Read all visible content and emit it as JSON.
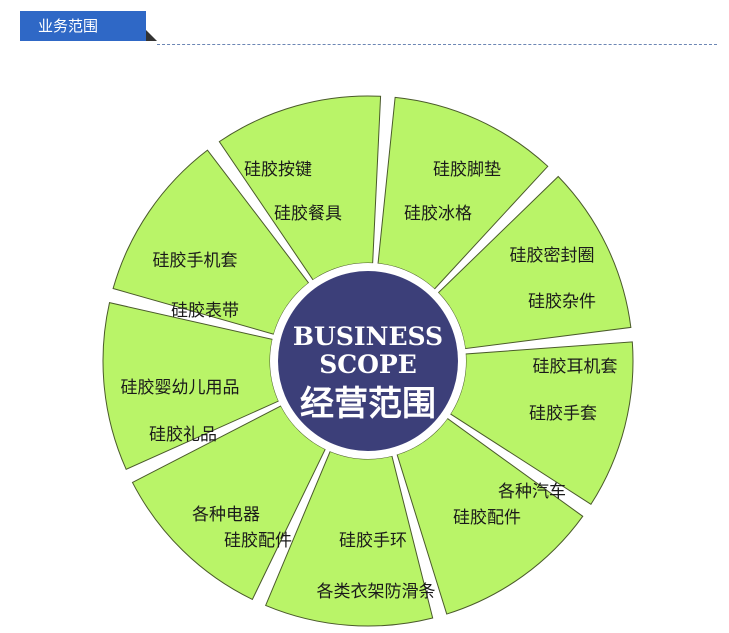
{
  "header": {
    "title": "业务范围"
  },
  "center": {
    "line1": "BUSINESS",
    "line2": "SCOPE",
    "line3": "经营范围"
  },
  "colors": {
    "segment_fill": "#b9f468",
    "segment_stroke": "#4a5a2a",
    "center_fill": "#3c3f79",
    "header_fill": "#2f68c6"
  },
  "segments": [
    {
      "lines": [
        "硅胶脚垫",
        "硅胶冰格"
      ]
    },
    {
      "lines": [
        "硅胶密封圈",
        "硅胶杂件"
      ]
    },
    {
      "lines": [
        "硅胶耳机套",
        "硅胶手套"
      ]
    },
    {
      "lines": [
        "各种汽车",
        "硅胶配件"
      ]
    },
    {
      "lines": [
        "硅胶手环",
        "各类衣架防滑条"
      ]
    },
    {
      "lines": [
        "各种电器",
        "硅胶配件"
      ]
    },
    {
      "lines": [
        "硅胶婴幼儿用品",
        "硅胶礼品"
      ]
    },
    {
      "lines": [
        "硅胶手机套",
        "硅胶表带"
      ]
    },
    {
      "lines": [
        "硅胶按键",
        "硅胶餐具"
      ]
    }
  ]
}
